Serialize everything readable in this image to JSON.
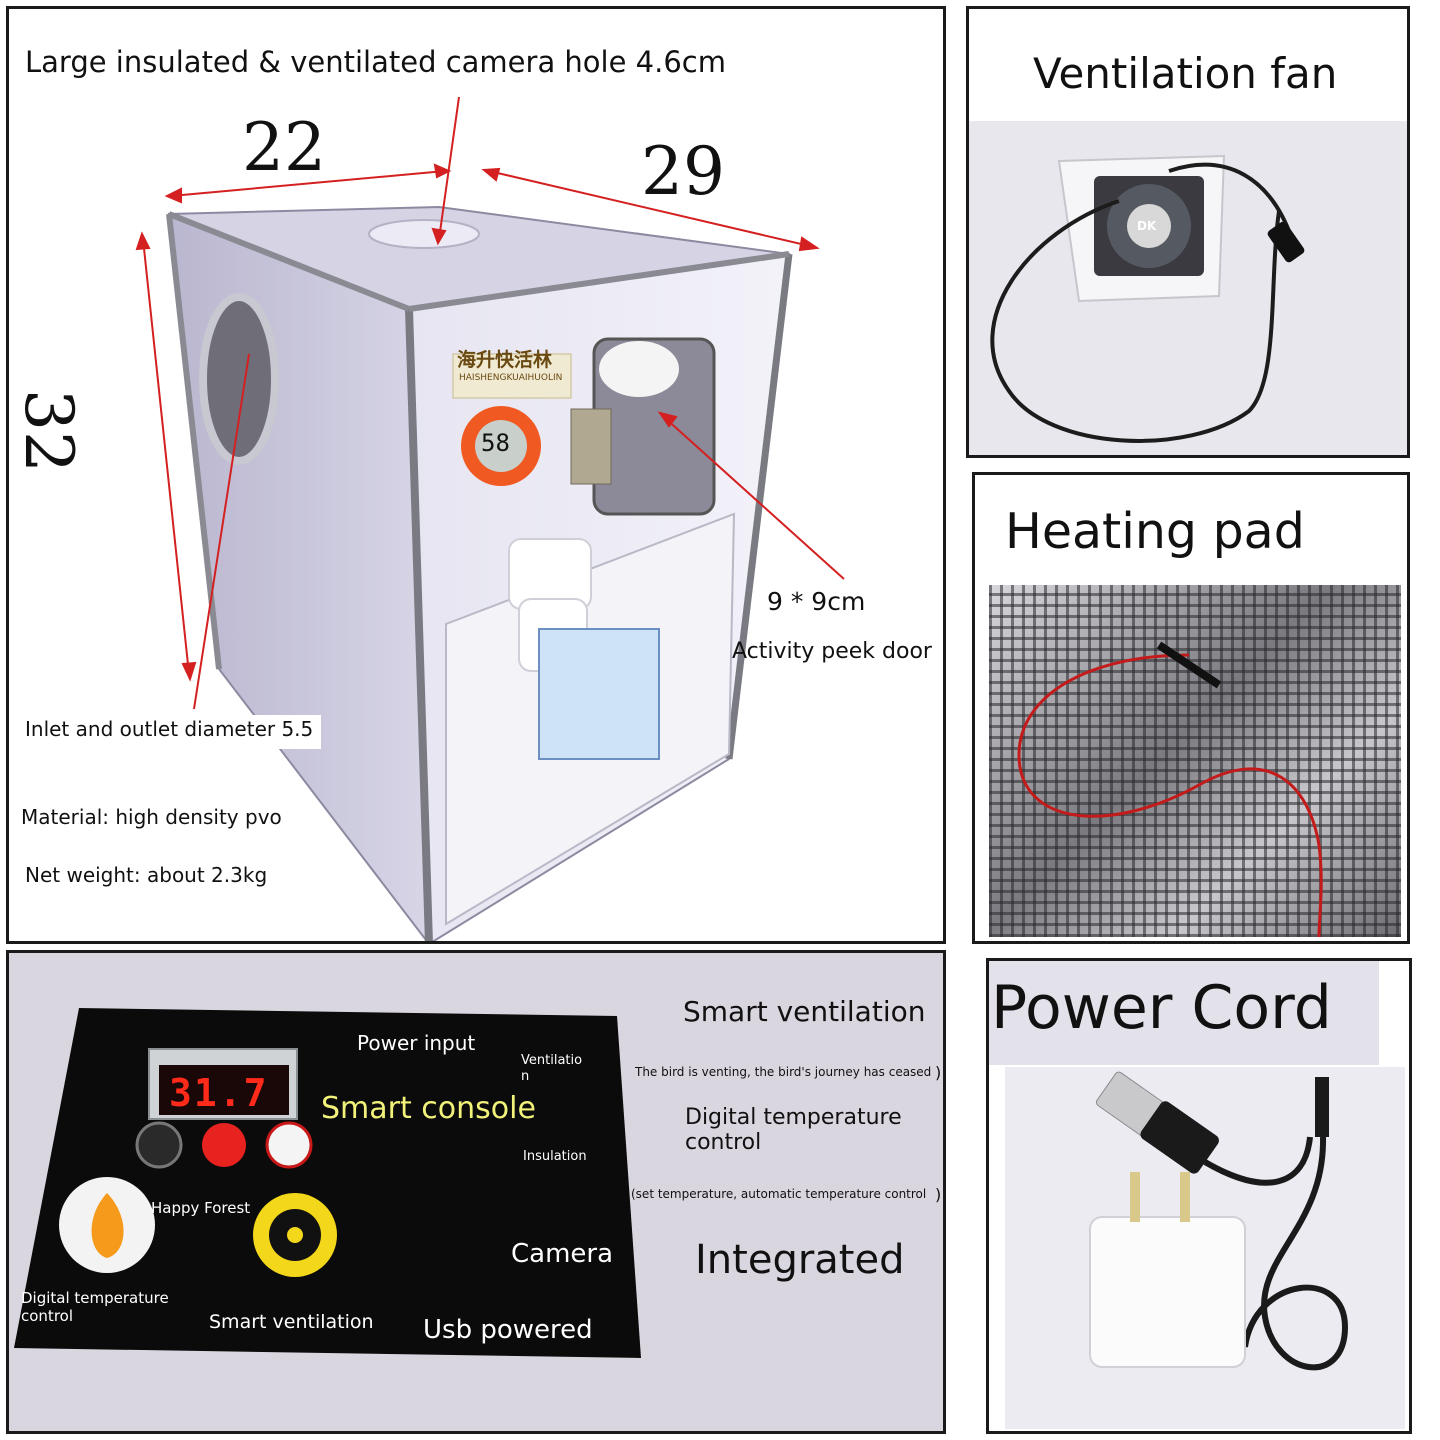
{
  "main_panel": {
    "camera_hole_label": "Large insulated & ventilated camera hole 4.6cm",
    "dim_width": "22",
    "dim_depth": "29",
    "dim_height": "32",
    "peek_door_size": "9 * 9cm",
    "peek_door_label": "Activity peek door",
    "inlet_label": "Inlet and outlet diameter 5.5",
    "material_label": "Material: high density pvo",
    "weight_label": "Net weight: about 2.3kg",
    "brand_chinese": "海升快活林",
    "brand_pinyin": "HAISHENGKUAIHUOLIN",
    "thermometer_reading": "58"
  },
  "fan_panel": {
    "title": "Ventilation fan",
    "fan_brand": "DK"
  },
  "heat_panel": {
    "title": "Heating pad"
  },
  "console_panel": {
    "display_value": "31.7",
    "power_input": "Power input",
    "ventilation_small": "Ventilatio n",
    "smart_console": "Smart console",
    "insulation": "Insulation",
    "happy_forest": "Happy Forest",
    "digital_temp_control_board": "Digital temperature control",
    "smart_ventilation_board": "Smart ventilation",
    "camera": "Camera",
    "usb_powered": "Usb powered",
    "smart_ventilation": "Smart ventilation",
    "venting_note": "The bird is venting, the bird's journey has ceased",
    "digital_temp_control": "Digital temperature control",
    "set_temp_note": "(set temperature, automatic temperature control",
    "integrated": "Integrated",
    "paren": ")"
  },
  "cord_panel": {
    "title": "Power Cord"
  },
  "colors": {
    "arrow_red": "#d42020",
    "console_black": "#0b0b0b",
    "panel_bg": "#d9d6df",
    "led_red": "#ff2a1a",
    "highlight_yellow": "#f2f27a"
  }
}
